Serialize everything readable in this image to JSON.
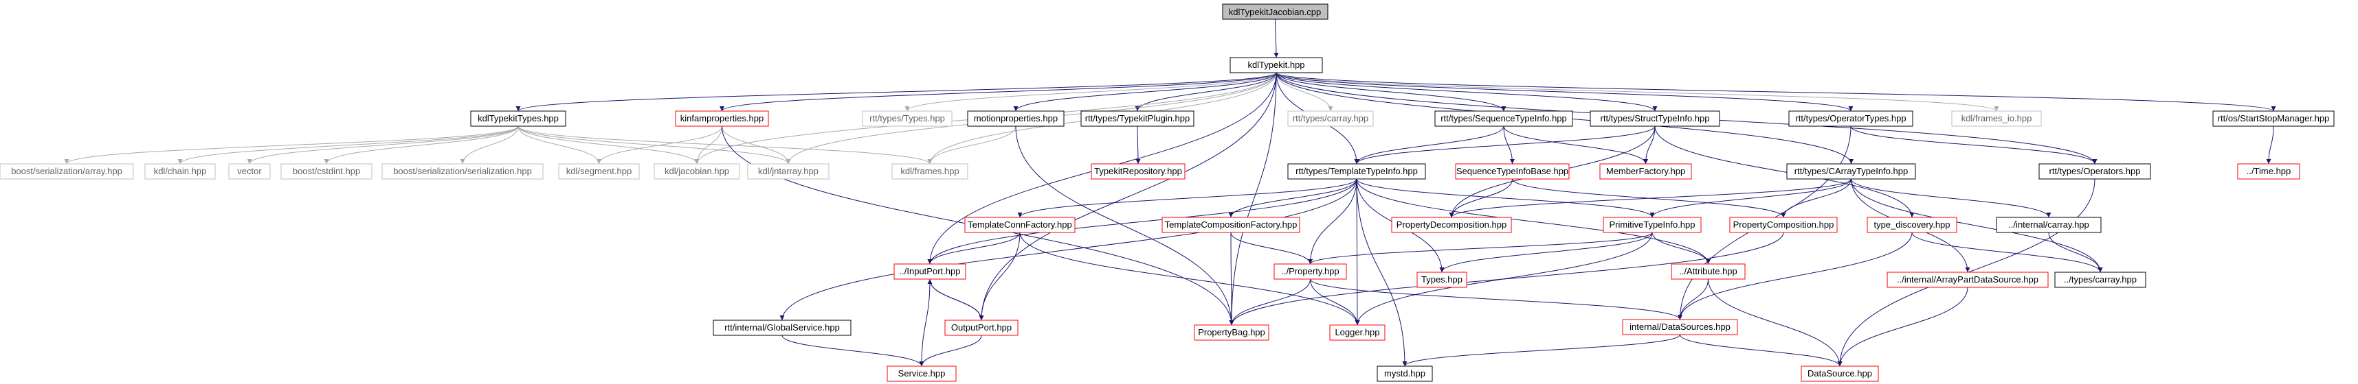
{
  "colors": {
    "edge_local": "#191970",
    "edge_external": "#a9a9a9",
    "border_normal": "#000000",
    "border_red": "#ff0000",
    "border_gray": "#bfbfbf",
    "text_normal": "#000000",
    "text_gray": "#606060",
    "root_fill": "#bfbfbf",
    "node_fill": "#ffffff"
  },
  "root": {
    "label": "kdlTypekitJacobian.cpp"
  },
  "nodes": {
    "kdltypekit": {
      "label": "kdlTypekit.hpp",
      "style": "normal"
    },
    "kdltypekittypes": {
      "label": "kdlTypekitTypes.hpp",
      "style": "normal"
    },
    "kinfam": {
      "label": "kinfamproperties.hpp",
      "style": "red"
    },
    "rtt_types": {
      "label": "rtt/types/Types.hpp",
      "style": "gray"
    },
    "motion": {
      "label": "motionproperties.hpp",
      "style": "normal"
    },
    "typekitplugin": {
      "label": "rtt/types/TypekitPlugin.hpp",
      "style": "normal"
    },
    "carray_top": {
      "label": "rtt/types/carray.hpp",
      "style": "gray"
    },
    "seqtypeinfo": {
      "label": "rtt/types/SequenceTypeInfo.hpp",
      "style": "normal"
    },
    "structtypeinfo": {
      "label": "rtt/types/StructTypeInfo.hpp",
      "style": "normal"
    },
    "operatortypes": {
      "label": "rtt/types/OperatorTypes.hpp",
      "style": "normal"
    },
    "frames_io": {
      "label": "kdl/frames_io.hpp",
      "style": "gray"
    },
    "startstop": {
      "label": "rtt/os/StartStopManager.hpp",
      "style": "normal"
    },
    "boost_array": {
      "label": "boost/serialization/array.hpp",
      "style": "gray"
    },
    "kdl_chain": {
      "label": "kdl/chain.hpp",
      "style": "gray"
    },
    "vector": {
      "label": "vector",
      "style": "gray"
    },
    "boost_cstdint": {
      "label": "boost/cstdint.hpp",
      "style": "gray"
    },
    "boost_serialization": {
      "label": "boost/serialization/serialization.hpp",
      "style": "gray"
    },
    "kdl_segment": {
      "label": "kdl/segment.hpp",
      "style": "gray"
    },
    "kdl_jacobian": {
      "label": "kdl/jacobian.hpp",
      "style": "gray"
    },
    "kdl_jntarray": {
      "label": "kdl/jntarray.hpp",
      "style": "gray"
    },
    "kdl_frames": {
      "label": "kdl/frames.hpp",
      "style": "gray"
    },
    "typekitrepo": {
      "label": "TypekitRepository.hpp",
      "style": "red"
    },
    "seqtypeinfobase": {
      "label": "SequenceTypeInfoBase.hpp",
      "style": "red"
    },
    "memberfactory": {
      "label": "MemberFactory.hpp",
      "style": "red"
    },
    "templatetypeinfo": {
      "label": "rtt/types/TemplateTypeInfo.hpp",
      "style": "normal"
    },
    "carraytypeinfo": {
      "label": "rtt/types/CArrayTypeInfo.hpp",
      "style": "normal"
    },
    "operators": {
      "label": "rtt/types/Operators.hpp",
      "style": "normal"
    },
    "time": {
      "label": "../Time.hpp",
      "style": "red"
    },
    "templateconnfactory": {
      "label": "TemplateConnFactory.hpp",
      "style": "red"
    },
    "templatecompfactory": {
      "label": "TemplateCompositionFactory.hpp",
      "style": "red"
    },
    "propdecomp": {
      "label": "PropertyDecomposition.hpp",
      "style": "red"
    },
    "primitivetypeinfo": {
      "label": "PrimitiveTypeInfo.hpp",
      "style": "red"
    },
    "propcomposition": {
      "label": "PropertyComposition.hpp",
      "style": "red"
    },
    "type_discovery": {
      "label": "type_discovery.hpp",
      "style": "red"
    },
    "internal_carray": {
      "label": "../internal/carray.hpp",
      "style": "normal"
    },
    "inputport": {
      "label": "../InputPort.hpp",
      "style": "red"
    },
    "property": {
      "label": "../Property.hpp",
      "style": "red"
    },
    "types_hpp": {
      "label": "Types.hpp",
      "style": "red"
    },
    "attribute": {
      "label": "../Attribute.hpp",
      "style": "red"
    },
    "arraypartds": {
      "label": "../internal/ArrayPartDataSource.hpp",
      "style": "red"
    },
    "types_carray": {
      "label": "../types/carray.hpp",
      "style": "normal"
    },
    "globalservice": {
      "label": "rtt/internal/GlobalService.hpp",
      "style": "normal"
    },
    "outputport": {
      "label": "OutputPort.hpp",
      "style": "red"
    },
    "propertybag": {
      "label": "PropertyBag.hpp",
      "style": "red"
    },
    "logger": {
      "label": "Logger.hpp",
      "style": "red"
    },
    "internal_ds": {
      "label": "internal/DataSources.hpp",
      "style": "red"
    },
    "service": {
      "label": "Service.hpp",
      "style": "red"
    },
    "mystd": {
      "label": "mystd.hpp",
      "style": "normal"
    },
    "datasource": {
      "label": "DataSource.hpp",
      "style": "red"
    }
  },
  "edges": [
    [
      "root",
      "kdltypekit"
    ],
    [
      "kdltypekit",
      "kdltypekittypes"
    ],
    [
      "kdltypekit",
      "kinfam"
    ],
    [
      "kdltypekit",
      "rtt_types"
    ],
    [
      "kdltypekit",
      "motion"
    ],
    [
      "kdltypekit",
      "typekitplugin"
    ],
    [
      "kdltypekit",
      "carray_top"
    ],
    [
      "kdltypekit",
      "seqtypeinfo"
    ],
    [
      "kdltypekit",
      "structtypeinfo"
    ],
    [
      "kdltypekit",
      "operatortypes"
    ],
    [
      "kdltypekit",
      "frames_io"
    ],
    [
      "kdltypekit",
      "startstop"
    ],
    [
      "kdltypekit",
      "templatetypeinfo"
    ],
    [
      "kdltypekit",
      "carraytypeinfo"
    ],
    [
      "kdltypekit",
      "operators"
    ],
    [
      "kdltypekit",
      "kdl_jacobian"
    ],
    [
      "kdltypekit",
      "kdl_jntarray"
    ],
    [
      "kdltypekit",
      "kdl_frames"
    ],
    [
      "kdltypekit",
      "inputport"
    ],
    [
      "kdltypekit",
      "outputport"
    ],
    [
      "kdltypekit",
      "propertybag"
    ],
    [
      "kdltypekittypes",
      "boost_array"
    ],
    [
      "kdltypekittypes",
      "kdl_chain"
    ],
    [
      "kdltypekittypes",
      "vector"
    ],
    [
      "kdltypekittypes",
      "boost_cstdint"
    ],
    [
      "kdltypekittypes",
      "boost_serialization"
    ],
    [
      "kdltypekittypes",
      "kdl_segment"
    ],
    [
      "kdltypekittypes",
      "kdl_jacobian"
    ],
    [
      "kdltypekittypes",
      "kdl_jntarray"
    ],
    [
      "kdltypekittypes",
      "kdl_frames"
    ],
    [
      "kinfam",
      "kdl_segment"
    ],
    [
      "kinfam",
      "kdl_jacobian"
    ],
    [
      "kinfam",
      "kdl_jntarray"
    ],
    [
      "kinfam",
      "propertybag"
    ],
    [
      "motion",
      "kdl_frames"
    ],
    [
      "motion",
      "propertybag"
    ],
    [
      "typekitplugin",
      "typekitrepo"
    ],
    [
      "seqtypeinfo",
      "templatetypeinfo"
    ],
    [
      "seqtypeinfo",
      "seqtypeinfobase"
    ],
    [
      "seqtypeinfo",
      "memberfactory"
    ],
    [
      "structtypeinfo",
      "templatetypeinfo"
    ],
    [
      "structtypeinfo",
      "memberfactory"
    ],
    [
      "structtypeinfo",
      "propdecomp"
    ],
    [
      "structtypeinfo",
      "type_discovery"
    ],
    [
      "operatortypes",
      "operators"
    ],
    [
      "operatortypes",
      "internal_ds"
    ],
    [
      "startstop",
      "time"
    ],
    [
      "seqtypeinfobase",
      "propdecomp"
    ],
    [
      "seqtypeinfobase",
      "propcomposition"
    ],
    [
      "templatetypeinfo",
      "templateconnfactory"
    ],
    [
      "templatetypeinfo",
      "templatecompfactory"
    ],
    [
      "templatetypeinfo",
      "primitivetypeinfo"
    ],
    [
      "templatetypeinfo",
      "property"
    ],
    [
      "templatetypeinfo",
      "types_hpp"
    ],
    [
      "templatetypeinfo",
      "logger"
    ],
    [
      "templatetypeinfo",
      "attribute"
    ],
    [
      "templatetypeinfo",
      "globalservice"
    ],
    [
      "templatetypeinfo",
      "mystd"
    ],
    [
      "templatetypeinfo",
      "inputport"
    ],
    [
      "carraytypeinfo",
      "primitivetypeinfo"
    ],
    [
      "carraytypeinfo",
      "propdecomp"
    ],
    [
      "carraytypeinfo",
      "propcomposition"
    ],
    [
      "carraytypeinfo",
      "internal_carray"
    ],
    [
      "carraytypeinfo",
      "arraypartds"
    ],
    [
      "carraytypeinfo",
      "types_carray"
    ],
    [
      "operators",
      "datasource"
    ],
    [
      "templateconnfactory",
      "inputport"
    ],
    [
      "templateconnfactory",
      "outputport"
    ],
    [
      "templateconnfactory",
      "logger"
    ],
    [
      "templatecompfactory",
      "property"
    ],
    [
      "templatecompfactory",
      "propertybag"
    ],
    [
      "primitivetypeinfo",
      "types_hpp"
    ],
    [
      "primitivetypeinfo",
      "attribute"
    ],
    [
      "primitivetypeinfo",
      "logger"
    ],
    [
      "primitivetypeinfo",
      "property"
    ],
    [
      "propcomposition",
      "propertybag"
    ],
    [
      "type_discovery",
      "types_carray"
    ],
    [
      "type_discovery",
      "internal_ds"
    ],
    [
      "internal_carray",
      "types_carray"
    ],
    [
      "inputport",
      "outputport"
    ],
    [
      "inputport",
      "service"
    ],
    [
      "outputport",
      "inputport"
    ],
    [
      "outputport",
      "service"
    ],
    [
      "property",
      "propertybag"
    ],
    [
      "property",
      "logger"
    ],
    [
      "property",
      "internal_ds"
    ],
    [
      "attribute",
      "internal_ds"
    ],
    [
      "attribute",
      "datasource"
    ],
    [
      "arraypartds",
      "datasource"
    ],
    [
      "globalservice",
      "service"
    ],
    [
      "internal_ds",
      "datasource"
    ],
    [
      "internal_ds",
      "mystd"
    ]
  ]
}
